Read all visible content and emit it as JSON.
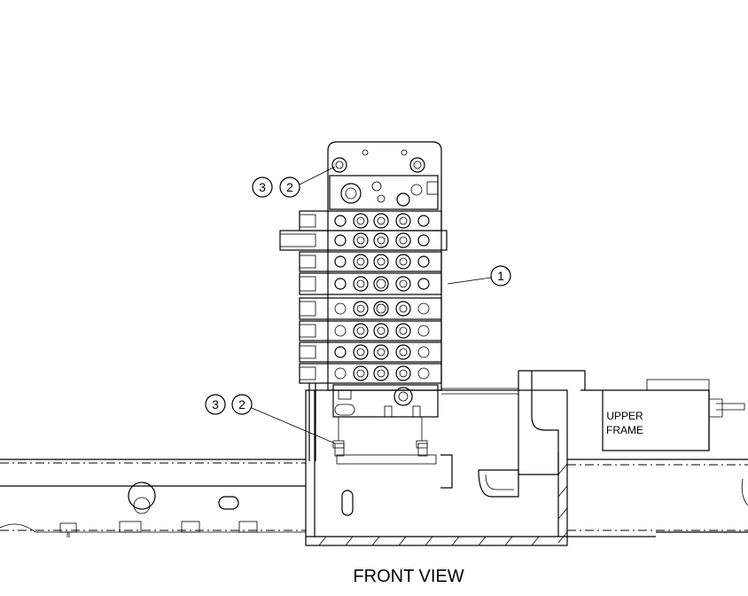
{
  "diagram": {
    "title": "FRONT VIEW",
    "upper_frame_label_line1": "UPPER",
    "upper_frame_label_line2": "FRAME",
    "callouts": {
      "top_left_a": "3",
      "top_left_b": "2",
      "right": "1",
      "lower_left_a": "3",
      "lower_left_b": "2"
    }
  }
}
